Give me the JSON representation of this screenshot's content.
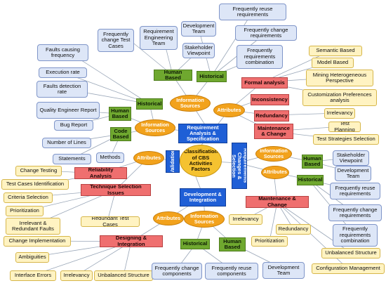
{
  "center": "Classification of CBS Activities Factors",
  "branches": {
    "ras": "Requirement Analysis & Specification",
    "validation": "Validation",
    "di": "Development & Integration",
    "rcs": "Requirements Changes & Selection"
  },
  "subs": {
    "human_based": "Human Based",
    "historical": "Historical",
    "code_based": "Code Based",
    "attributes": "Attributes",
    "information_sources": "Information Sources",
    "formal_analysis": "Formal analysis",
    "inconsistency": "Inconsistency",
    "redundancy": "Redundancy",
    "maint_change": "Maintenance & Change",
    "reliability_analysis": "Reliability Analysis",
    "technique_selection": "Technique Selection Issues",
    "designing_integration": "Designing & Integration",
    "maint_change_2": "Maintenance & Change"
  },
  "leaves": {
    "frequently_reuse_requirements": "Frequently reuse requirements",
    "frequently_change_requirements": "Frequently change requirements",
    "frequently_requirements_combination": "Frequently requirements combination",
    "development_team": "Development Team",
    "stakeholder_viewpoint": "Stakeholder Viewpoint",
    "requirement_engineering_team": "Requirement Engineering Team",
    "frequently_change_test_cases": "Frequently change Test Cases",
    "faults_causing_frequency": "Faults causing frequency",
    "execution_rate": "Execution rate",
    "faults_detection_rate": "Faults detection rate",
    "quality_engineer_report": "Quality Engineer Report",
    "bug_report": "Bug Report",
    "number_of_lines": "Number of Lines",
    "statements": "Statements",
    "methods": "Methods",
    "semantic_based": "Semantic Based",
    "model_based": "Model Based",
    "mining_heterogeneous": "Mining Heterogeneous Perspective",
    "customization_preferences": "Customization Preferences analysis",
    "irrelevancy": "Irrelevancy",
    "test_planning": "Test Planning",
    "test_strategies_selection": "Test Strategies Selection",
    "change_testing": "Change Testing",
    "test_cases_identification": "Test Cases Identification",
    "criteria_selection": "Criteria Selection",
    "prioritization": "Prioritization",
    "irrelevant_redundant_faults": "Irrelevant & Redundant Faults",
    "redundant_test_cases": "Redundant Test Cases",
    "change_implementation": "Change Implementation",
    "ambiguities": "Ambiguities",
    "interface_errors": "Interface Errors",
    "unbalanced_structure": "Unbalanced Structure",
    "frequently_change_components": "Frequently change components",
    "frequently_reuse_components": "Frequently reuse components",
    "unbalanced_structure_2": "Unbalanced Structure",
    "configuration_management": "Configuration Management"
  },
  "colors": {
    "leaf_blue": "#dde6f7",
    "leaf_yellow": "#fff3c2",
    "group_green": "#6fa82f",
    "issue_red": "#ef6f6f",
    "connector_orange": "#f2a21c",
    "branch_navy": "#1f5fd6",
    "center_gold": "#f5c230"
  }
}
